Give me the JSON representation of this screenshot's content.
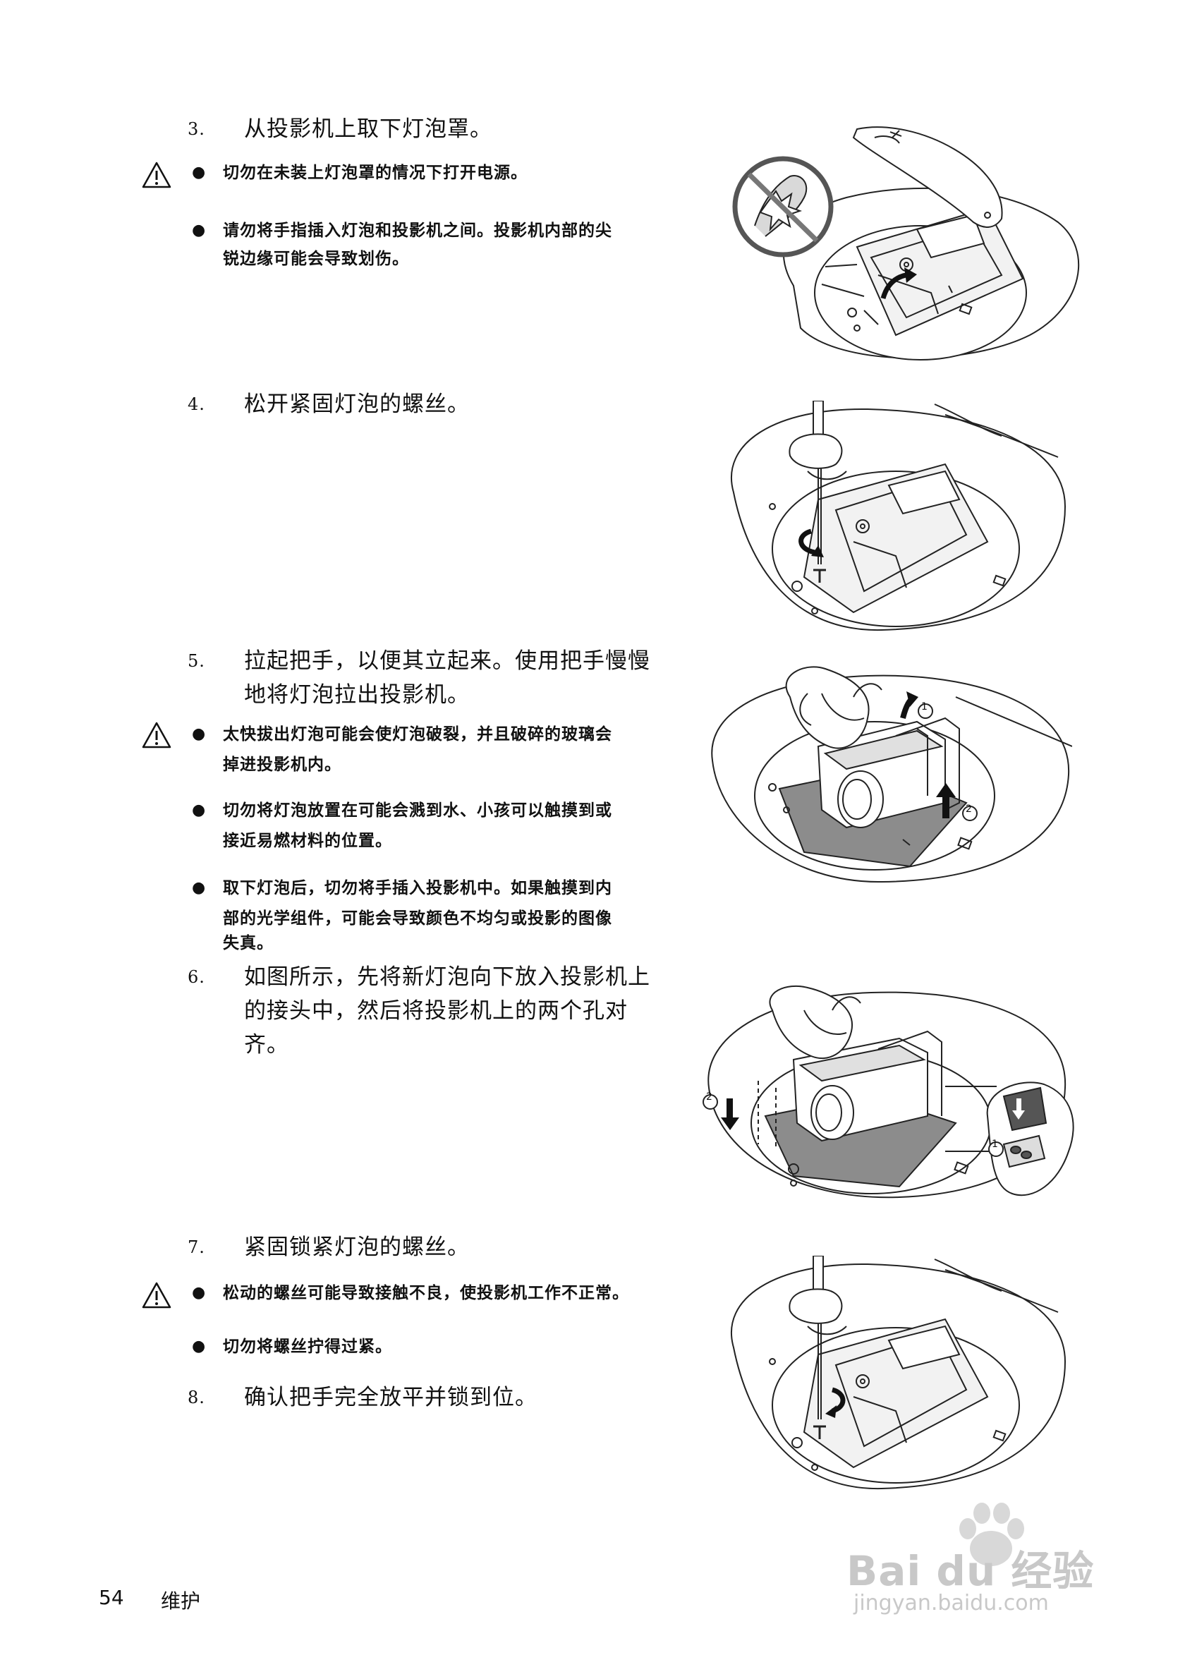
{
  "steps": [
    {
      "num": "3.",
      "lines": [
        "从投影机上取下灯泡罩。"
      ]
    },
    {
      "num": "4.",
      "lines": [
        "松开紧固灯泡的螺丝。"
      ]
    },
    {
      "num": "5.",
      "lines": [
        "拉起把手，以便其立起来。使用把手慢慢",
        "地将灯泡拉出投影机。"
      ]
    },
    {
      "num": "6.",
      "lines": [
        "如图所示，先将新灯泡向下放入投影机上",
        "的接头中，然后将投影机上的两个孔对",
        "齐。"
      ]
    },
    {
      "num": "7.",
      "lines": [
        "紧固锁紧灯泡的螺丝。"
      ]
    },
    {
      "num": "8.",
      "lines": [
        "确认把手完全放平并锁到位。"
      ]
    }
  ],
  "notes": {
    "step3": [
      {
        "lines": [
          "切勿在未装上灯泡罩的情况下打开电源。"
        ]
      },
      {
        "lines": [
          "请勿将手指插入灯泡和投影机之间。投影机内部的尖",
          "锐边缘可能会导致划伤。"
        ]
      }
    ],
    "step5": [
      {
        "lines": [
          "太快拔出灯泡可能会使灯泡破裂，并且破碎的玻璃会",
          "掉进投影机内。"
        ]
      },
      {
        "lines": [
          "切勿将灯泡放置在可能会溅到水、小孩可以触摸到或",
          "接近易燃材料的位置。"
        ]
      },
      {
        "lines": [
          "取下灯泡后，切勿将手插入投影机中。如果触摸到内",
          "部的光学组件，可能会导致颜色不均匀或投影的图像",
          "失真。"
        ]
      }
    ],
    "step7": [
      {
        "lines": [
          "松动的螺丝可能导致接触不良，使投影机工作不正常。"
        ]
      },
      {
        "lines": [
          "切勿将螺丝拧得过紧。"
        ]
      }
    ]
  },
  "bullet_glyph": "●",
  "figure_callouts": {
    "fig5_first": "1",
    "fig5_second": "2",
    "fig6_first": "1",
    "fig6_second": "2"
  },
  "footer": {
    "page_number": "54",
    "section": "维护"
  },
  "watermark": {
    "brand": "Bai du 经验",
    "url": "jingyan.baidu.com"
  },
  "icons": [
    "caution-icon",
    "prohibited-icon",
    "curved-arrow-icon",
    "up-arrow-icon",
    "down-arrow-icon",
    "screwdriver-icon",
    "paw-icon"
  ]
}
